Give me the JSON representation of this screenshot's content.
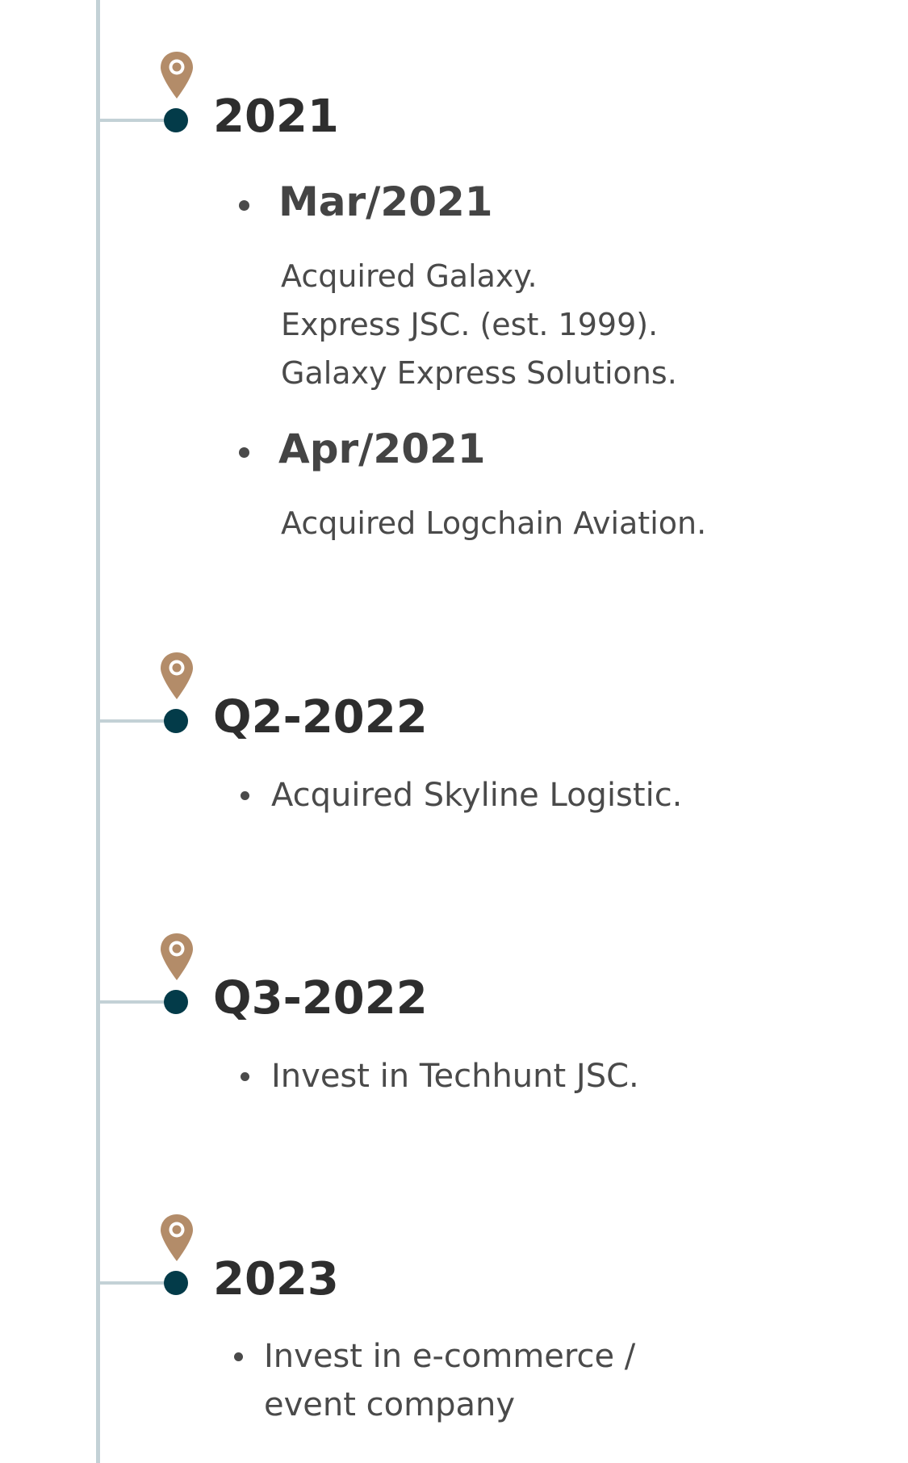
{
  "colors": {
    "line": "#c3d1d6",
    "dot": "#033b49",
    "pin": "#b38c69",
    "heading": "#2e2e2e",
    "body_text": "#4a4a4a"
  },
  "icons": {
    "pin": "map-pin-icon"
  },
  "milestones": [
    {
      "year": "2021",
      "subitems": [
        {
          "date": "Mar/2021",
          "lines": [
            "Acquired Galaxy.",
            "Express JSC. (est. 1999).",
            "Galaxy Express Solutions."
          ]
        },
        {
          "date": "Apr/2021",
          "lines": [
            "Acquired Logchain Aviation."
          ]
        }
      ]
    },
    {
      "year": "Q2-2022",
      "items": [
        "Acquired Skyline Logistic."
      ]
    },
    {
      "year": "Q3-2022",
      "items": [
        "Invest in Techhunt JSC."
      ]
    },
    {
      "year": "2023",
      "items": [
        "Invest in e-commerce /",
        "event company"
      ]
    }
  ]
}
